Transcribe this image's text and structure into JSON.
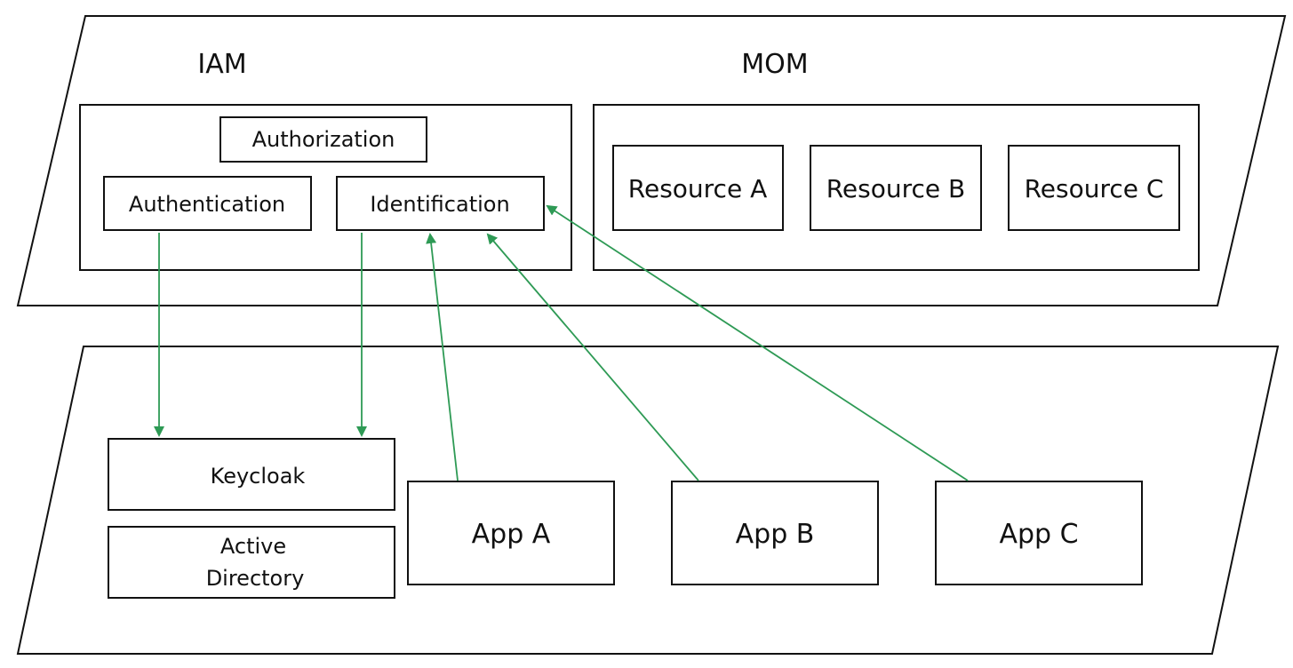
{
  "layers": {
    "upper_title_iam": "IAM",
    "upper_title_mom": "MOM",
    "iam": {
      "authorization": "Authorization",
      "authentication": "Authentication",
      "identification": "Identification"
    },
    "mom": {
      "resources": [
        "Resource A",
        "Resource B",
        "Resource C"
      ]
    },
    "lower": {
      "keycloak": "Keycloak",
      "active_directory_line1": "Active",
      "active_directory_line2": "Directory",
      "apps": [
        "App A",
        "App B",
        "App C"
      ]
    }
  },
  "colors": {
    "arrow": "#2e9a55",
    "stroke": "#111111",
    "background": "#ffffff"
  },
  "connections": [
    {
      "from": "Authentication",
      "to": "Keycloak"
    },
    {
      "from": "Identification",
      "to": "Keycloak"
    },
    {
      "from": "App A",
      "to": "Identification"
    },
    {
      "from": "App B",
      "to": "Identification"
    },
    {
      "from": "App C",
      "to": "Identification"
    }
  ]
}
